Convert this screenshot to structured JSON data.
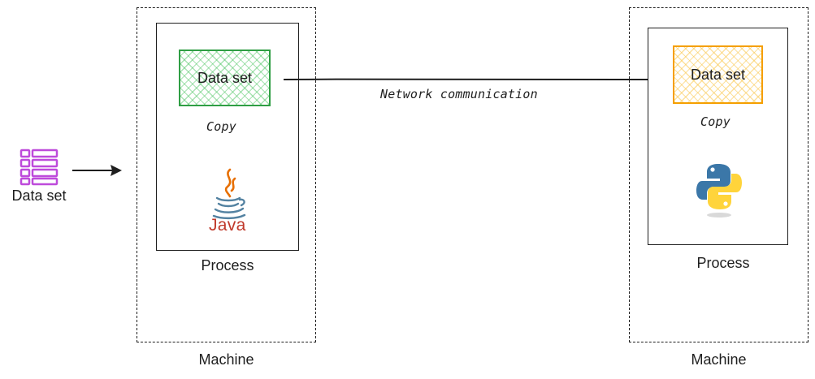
{
  "left_input": {
    "icon": "table-icon",
    "label": "Data set",
    "icon_color": "#be4bdb"
  },
  "machines": [
    {
      "label": "Machine",
      "process": {
        "label": "Process",
        "dataset_label": "Data set",
        "copy_label": "Copy",
        "dataset_color": "#2f9e44",
        "logo": "java-logo",
        "logo_text": "Java"
      }
    },
    {
      "label": "Machine",
      "process": {
        "label": "Process",
        "dataset_label": "Data set",
        "copy_label": "Copy",
        "dataset_color": "#f59f00",
        "logo": "python-logo"
      }
    }
  ],
  "connection": {
    "label": "Network communication"
  }
}
